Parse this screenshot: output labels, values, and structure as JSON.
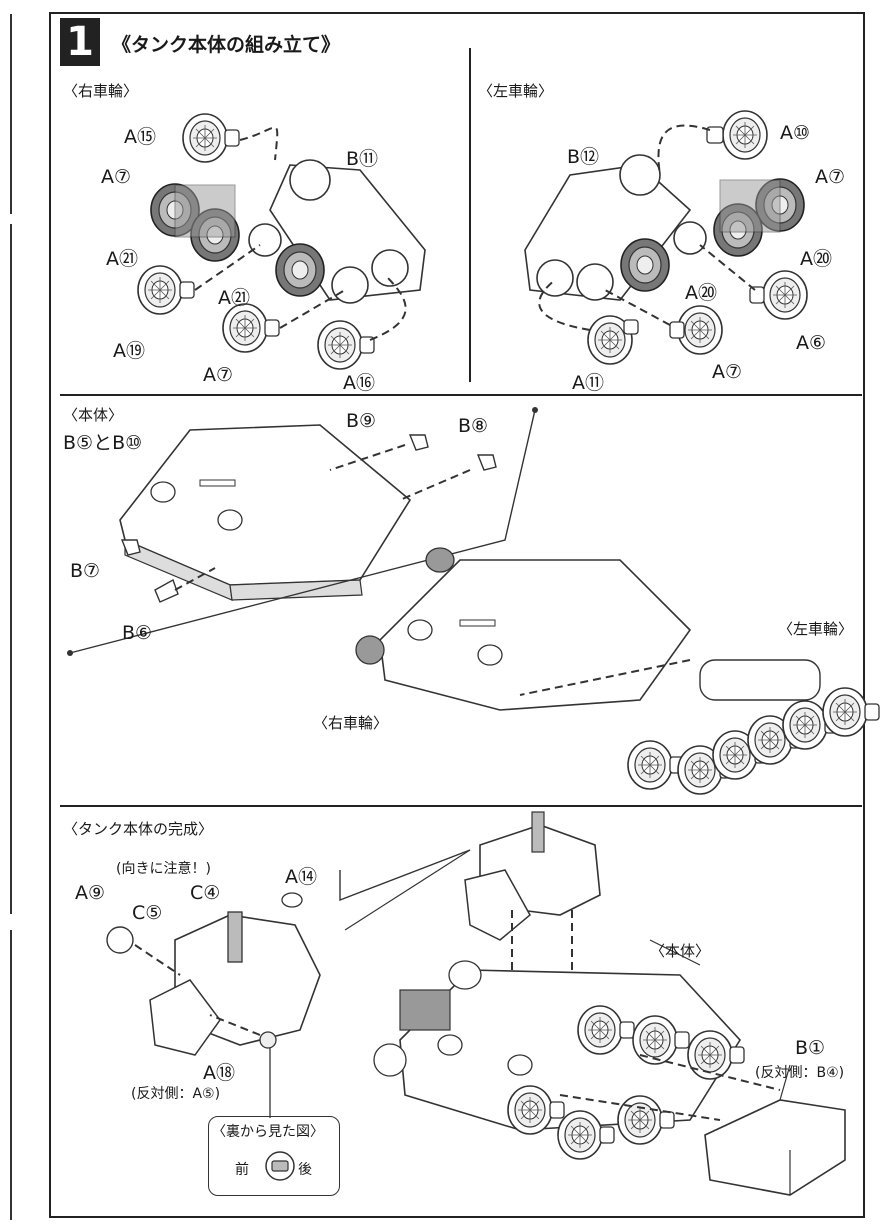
{
  "step": {
    "number": "1",
    "title": "《タンク本体の組み立て》"
  },
  "right_wheels": {
    "heading": "〈右車輪〉",
    "labels": [
      "A⑮",
      "B⑪",
      "A⑦",
      "A㉑",
      "A㉑",
      "A⑲",
      "A⑦",
      "A⑯"
    ]
  },
  "left_wheels": {
    "heading": "〈左車輪〉",
    "labels": [
      "A⑩",
      "B⑫",
      "A⑦",
      "A⑳",
      "A⑳",
      "A⑥",
      "A⑪",
      "A⑦"
    ]
  },
  "body": {
    "heading": "〈本体〉",
    "labels": [
      "B⑤とB⑩",
      "B⑨",
      "B⑧",
      "B⑦",
      "B⑥"
    ],
    "callout_left": "〈左車輪〉",
    "callout_right": "〈右車輪〉"
  },
  "completion": {
    "heading": "〈タンク本体の完成〉",
    "orientation_note": "(向きに注意！)",
    "labels": [
      "A⑭",
      "A⑨",
      "C④",
      "C⑤",
      "A⑱"
    ],
    "opposite_left": "(反対側：A⑤)",
    "body_callout": "〈本体〉",
    "b1": "B①",
    "opposite_right": "(反対側：B④)",
    "back_view": {
      "title": "〈裏から見た図〉",
      "front": "前",
      "back": "後"
    }
  }
}
